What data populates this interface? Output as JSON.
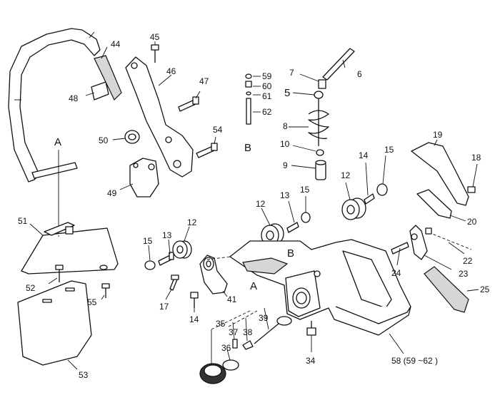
{
  "labels": {
    "n5": "5",
    "n6": "6",
    "n7": "7",
    "n8": "8",
    "n9": "9",
    "n10": "10",
    "n12a": "12",
    "n12b": "12",
    "n12c": "12",
    "n13a": "13",
    "n13b": "13",
    "n14a": "14",
    "n14b": "14",
    "n15a": "15",
    "n15b": "15",
    "n15c": "15",
    "n17": "17",
    "n18": "18",
    "n19": "19",
    "n20": "20",
    "n22": "22",
    "n23": "23",
    "n24": "24",
    "n25": "25",
    "n34": "34",
    "n35": "35",
    "n36": "36",
    "n37": "37",
    "n38": "38",
    "n39": "39",
    "n41": "41",
    "n44": "44",
    "n45": "45",
    "n46": "46",
    "n47": "47",
    "n48": "48",
    "n49": "49",
    "n50": "50",
    "n51": "51",
    "n52": "52",
    "n53": "53",
    "n54": "54",
    "n55": "55",
    "n58": "58 (59 ~62 )",
    "n59": "59",
    "n60": "60",
    "n61": "61",
    "n62": "62",
    "refA1": "A",
    "refA2": "A",
    "refB1": "B",
    "refB2": "B"
  }
}
